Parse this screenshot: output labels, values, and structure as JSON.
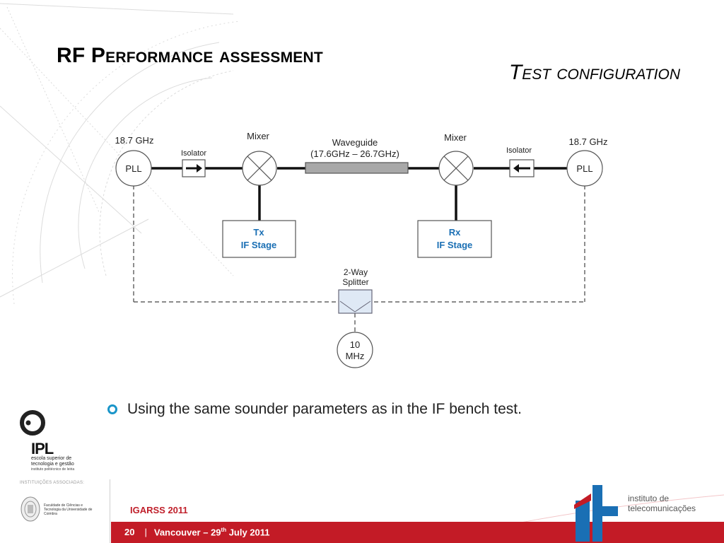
{
  "title": "RF Performance assessment",
  "subtitle": "Test configuration",
  "diagram": {
    "left_pll_freq": "18.7 GHz",
    "left_pll_label": "PLL",
    "left_isolator_label": "Isolator",
    "left_mixer_label": "Mixer",
    "waveguide_label": "Waveguide",
    "waveguide_range": "(17.6GHz – 26.7GHz)",
    "right_mixer_label": "Mixer",
    "right_isolator_label": "Isolator",
    "right_pll_freq": "18.7 GHz",
    "right_pll_label": "PLL",
    "tx_stage_line1": "Tx",
    "tx_stage_line2": "IF Stage",
    "rx_stage_line1": "Rx",
    "rx_stage_line2": "IF Stage",
    "splitter_line1": "2-Way",
    "splitter_line2": "Splitter",
    "ref_line1": "10",
    "ref_line2": "MHz"
  },
  "bullets": [
    "Using the same sounder parameters as in the IF bench test."
  ],
  "logos": {
    "ipl": "IPL",
    "ipl_sub": "escola superior de tecnologia e gestão",
    "ipl_sub2": "instituto politécnico de leiria",
    "associated": "INSTITUIÇÕES ASSOCIADAS:",
    "fctuc": "Faculdade de Ciências e Tecnologia da Universidade de Coimbra",
    "it_line1": "instituto de",
    "it_line2": "telecomunicações"
  },
  "footer": {
    "event": "IGARSS 2011",
    "page": "20",
    "location_prefix": "Vancouver – 29",
    "location_sup": "th",
    "location_suffix": " July 2011"
  },
  "colors": {
    "accent_red": "#c31b26",
    "accent_blue": "#1a6fb4",
    "bullet_blue": "#1a95c9"
  }
}
